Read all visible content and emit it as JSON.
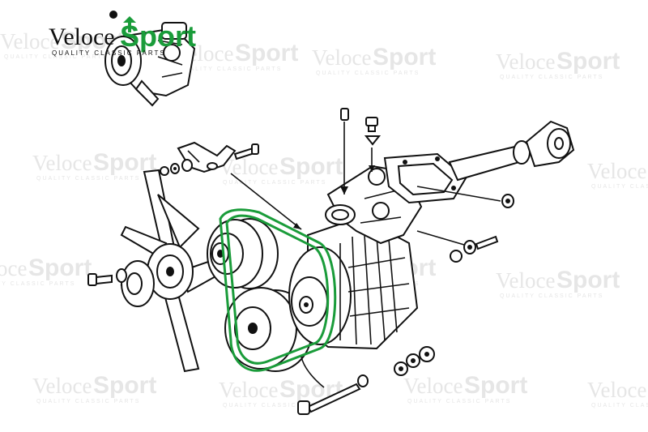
{
  "brand": {
    "name_part1": "Veloce",
    "name_part2": "Sport",
    "tagline": "QUALITY CLASSIC PARTS",
    "accent_color": "#1a9c3a",
    "ink_color": "#111111",
    "watermark_color": "#e6e6e6"
  },
  "watermark": {
    "name_part1": "Veloce",
    "name_part2": "Sport",
    "tagline": "QUALITY CLASSIC PARTS"
  },
  "diagram": {
    "highlighted_part": "drive belt",
    "parts": [
      "water pump",
      "fan",
      "fan pulley",
      "crankshaft pulley",
      "alternator",
      "alternator bracket",
      "adjusting link",
      "oil pump drive",
      "bolts, washers and nuts"
    ]
  }
}
